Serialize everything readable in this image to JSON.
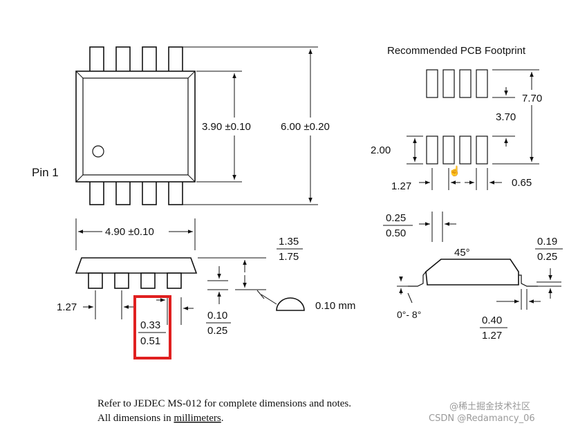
{
  "top_view": {
    "pin1_label": "Pin 1",
    "body_width": "3.90 ±0.10",
    "overall_width": "6.00 ±0.20",
    "body_length": "4.90 ±0.10"
  },
  "side_view": {
    "pitch": "1.27",
    "lead_width_min": "0.33",
    "lead_width_max": "0.51",
    "standoff_min": "0.10",
    "standoff_max": "0.25",
    "height_min": "1.35",
    "height_max": "1.75",
    "coplanarity": "0.10 mm"
  },
  "footprint": {
    "title": "Recommended PCB Footprint",
    "span": "7.70",
    "pad_gap": "3.70",
    "pad_length": "2.00",
    "pitch": "1.27",
    "pad_width": "0.65"
  },
  "end_view": {
    "chamfer_min": "0.25",
    "chamfer_max": "0.50",
    "angle": "45°",
    "lead_thick_min": "0.19",
    "lead_thick_max": "0.25",
    "foot_angle": "0°- 8°",
    "foot_len_min": "0.40",
    "foot_len_max": "1.27"
  },
  "notes": {
    "line1": "Refer to JEDEC MS-012 for complete dimensions and notes.",
    "line2_prefix": "All dimensions in ",
    "line2_link": "millimeters",
    "line2_suffix": "."
  },
  "watermark": "CSDN @Redamancy_06",
  "watermark_cn": "@稀土掘金技术社区",
  "highlight_color": "#e02020"
}
